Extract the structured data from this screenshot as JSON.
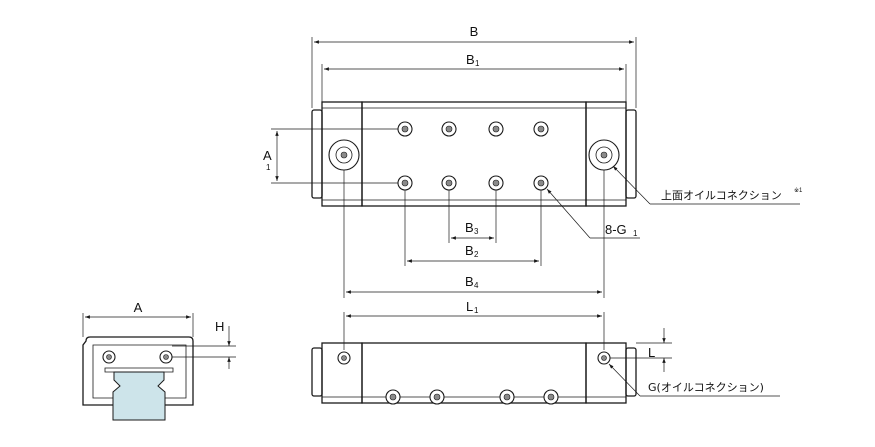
{
  "labels": {
    "B": "B",
    "B1_main": "B",
    "B1_sub": "1",
    "A1_main": "A",
    "A1_sub": "1",
    "B3_main": "B",
    "B3_sub": "3",
    "B2_main": "B",
    "B2_sub": "2",
    "B4_main": "B",
    "B4_sub": "4",
    "L1_main": "L",
    "L1_sub": "1",
    "A": "A",
    "H": "H",
    "L": "L",
    "G1_main": "8-G",
    "G1_sub": "1",
    "top_oil": "上面オイルコネクション",
    "top_oil_note": "※1",
    "side_oil": "G(オイルコネクション)"
  },
  "colors": {
    "rail_fill": "#cde4ea",
    "line": "#1a1a1a"
  }
}
